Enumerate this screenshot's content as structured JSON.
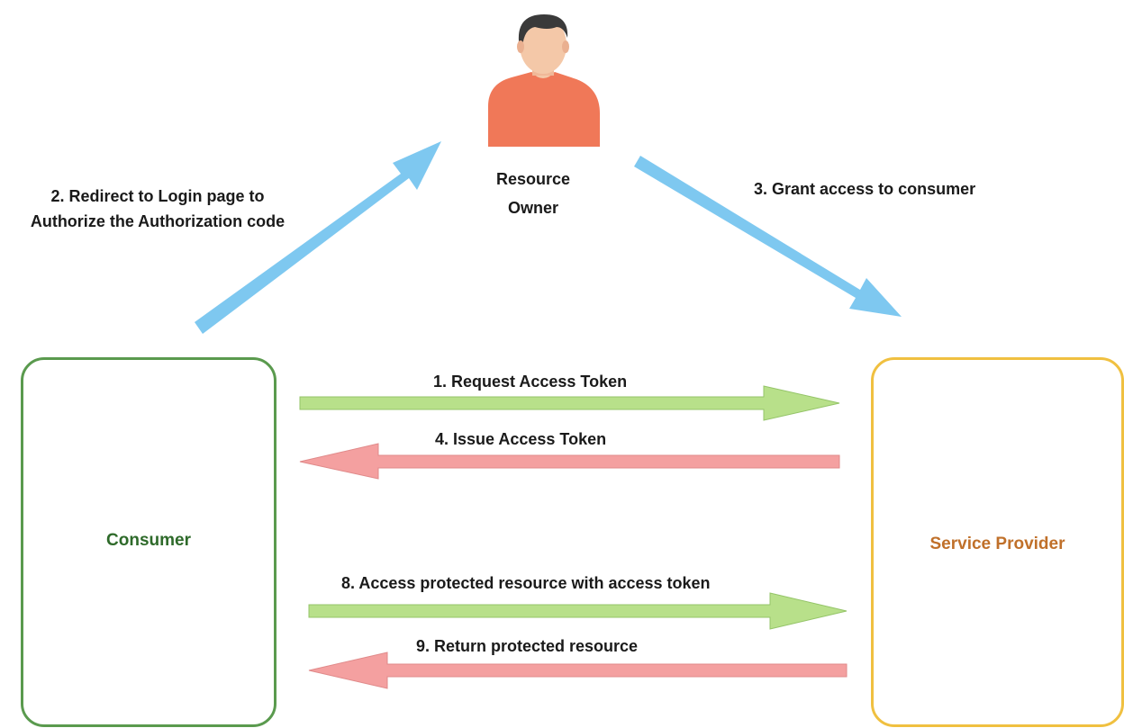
{
  "nodes": {
    "resource_owner": {
      "label_line1": "Resource",
      "label_line2": "Owner",
      "icon": "person-icon"
    },
    "consumer": {
      "label": "Consumer",
      "border_color": "#5a9a4e",
      "text_color": "#2e6a2a"
    },
    "service_provider": {
      "label": "Service Provider",
      "border_color": "#f0c040",
      "text_color": "#c0702a"
    }
  },
  "edges": {
    "step1": {
      "label": "1. Request Access Token",
      "color": "#b8e08a",
      "direction": "consumer-to-provider"
    },
    "step2": {
      "label_line1": "2. Redirect to Login page to",
      "label_line2": "Authorize the Authorization code",
      "color": "#7ec8f0",
      "direction": "consumer-to-owner"
    },
    "step3": {
      "label": "3. Grant access to consumer",
      "color": "#7ec8f0",
      "direction": "owner-to-provider"
    },
    "step4": {
      "label": "4. Issue  Access Token",
      "color": "#f4a0a0",
      "direction": "provider-to-consumer"
    },
    "step8": {
      "label": "8. Access protected resource with access token",
      "color": "#b8e08a",
      "direction": "consumer-to-provider"
    },
    "step9": {
      "label": "9. Return protected resource",
      "color": "#f4a0a0",
      "direction": "provider-to-consumer"
    }
  }
}
